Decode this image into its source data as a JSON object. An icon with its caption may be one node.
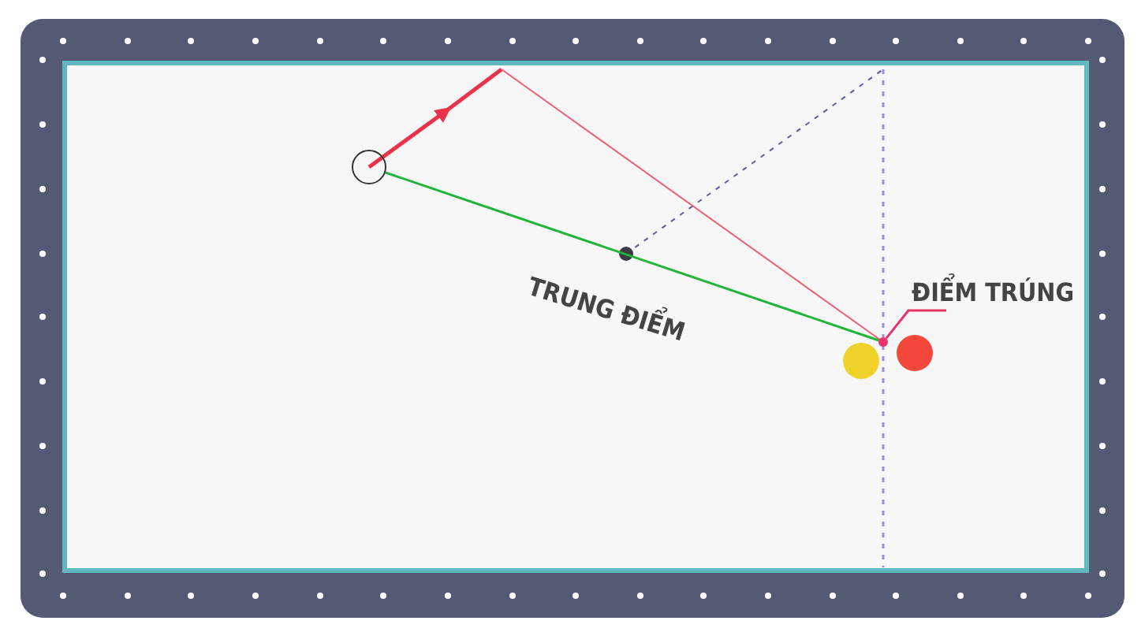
{
  "diagram": {
    "nodes": [
      {
        "text": [],
        "shape": "circle"
      },
      {
        "text": [],
        "shape": "circle"
      },
      {
        "text": [
          "ĐIỂM TRÚNG"
        ]
      }
    ],
    "edges": [
      {
        "from": 0,
        "to": 1,
        "arrow": "none",
        "color": "#22b33a"
      },
      {
        "from": 2,
        "to": 1,
        "arrow": "none",
        "color": "#e8336b"
      }
    ],
    "labels": [
      "TRUNG ĐIỂM"
    ]
  }
}
